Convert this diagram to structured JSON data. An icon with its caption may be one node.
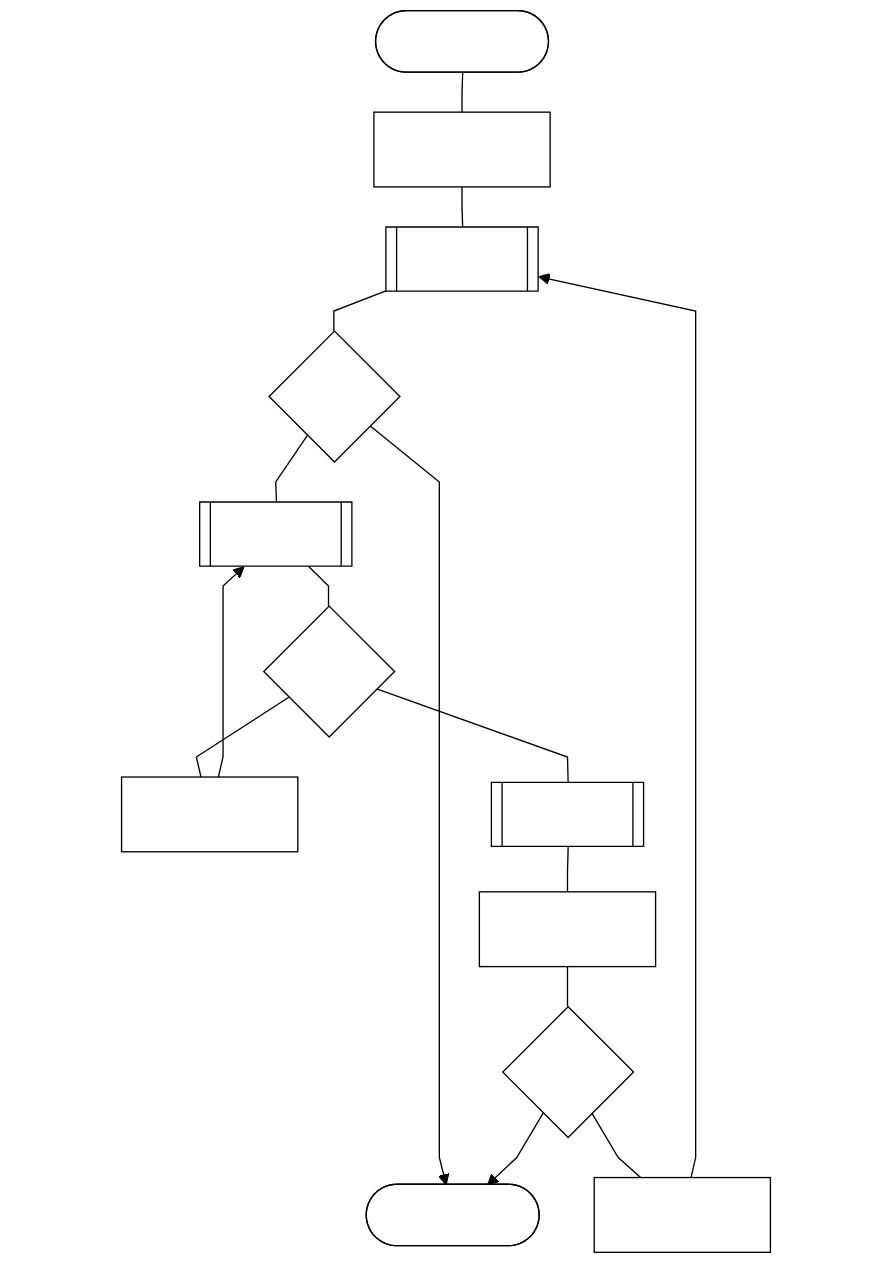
{
  "diagram": {
    "nodes": [
      {
        "text": [],
        "shape": "terminal"
      },
      {
        "text": [],
        "shape": "box"
      },
      {
        "text": [],
        "shape": "subroutine"
      },
      {
        "text": [],
        "shape": "diamond"
      },
      {
        "text": [],
        "shape": "box"
      },
      {
        "text": [],
        "shape": "box"
      },
      {
        "text": [],
        "shape": "subroutine"
      },
      {
        "text": [],
        "shape": "diamond"
      },
      {
        "text": [],
        "shape": "subroutine"
      },
      {
        "text": [],
        "shape": "box"
      },
      {
        "text": [],
        "shape": "diamond"
      },
      {
        "text": [],
        "shape": "terminal"
      }
    ],
    "edges": [
      {
        "from": 0,
        "to": 1,
        "arrow": "none"
      },
      {
        "from": 1,
        "to": 2,
        "arrow": "none"
      },
      {
        "from": 4,
        "to": 2,
        "arrow": "to"
      },
      {
        "from": 2,
        "to": 3,
        "arrow": "none"
      },
      {
        "from": 3,
        "to": 11,
        "arrow": "to"
      },
      {
        "from": 3,
        "to": 6,
        "arrow": "none"
      },
      {
        "from": 5,
        "to": 6,
        "arrow": "to"
      },
      {
        "from": 6,
        "to": 7,
        "arrow": "none"
      },
      {
        "from": 7,
        "to": 5,
        "arrow": "none"
      },
      {
        "from": 7,
        "to": 8,
        "arrow": "none"
      },
      {
        "from": 8,
        "to": 9,
        "arrow": "none"
      },
      {
        "from": 9,
        "to": 10,
        "arrow": "none"
      },
      {
        "from": 10,
        "to": 4,
        "arrow": "none"
      },
      {
        "from": 10,
        "to": 11,
        "arrow": "to"
      }
    ]
  }
}
